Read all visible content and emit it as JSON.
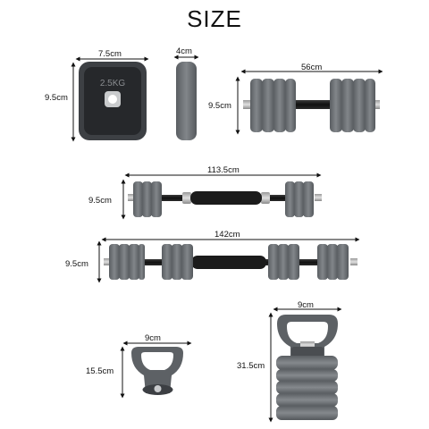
{
  "title": "SIZE",
  "plate": {
    "width": "7.5cm",
    "height": "9.5cm",
    "weight_label": "2.5KG",
    "thickness": "4cm"
  },
  "dumbbell": {
    "length": "56cm",
    "height": "9.5cm"
  },
  "barbell_short": {
    "length": "113.5cm",
    "height": "9.5cm"
  },
  "barbell_long": {
    "length": "142cm",
    "height": "9.5cm"
  },
  "handle": {
    "width": "9cm",
    "height": "15.5cm"
  },
  "kettlebell": {
    "width": "9cm",
    "height": "31.5cm"
  },
  "colors": {
    "plate": "#6f7377",
    "plate_dark": "#4b4e52",
    "bar": "#222222"
  }
}
